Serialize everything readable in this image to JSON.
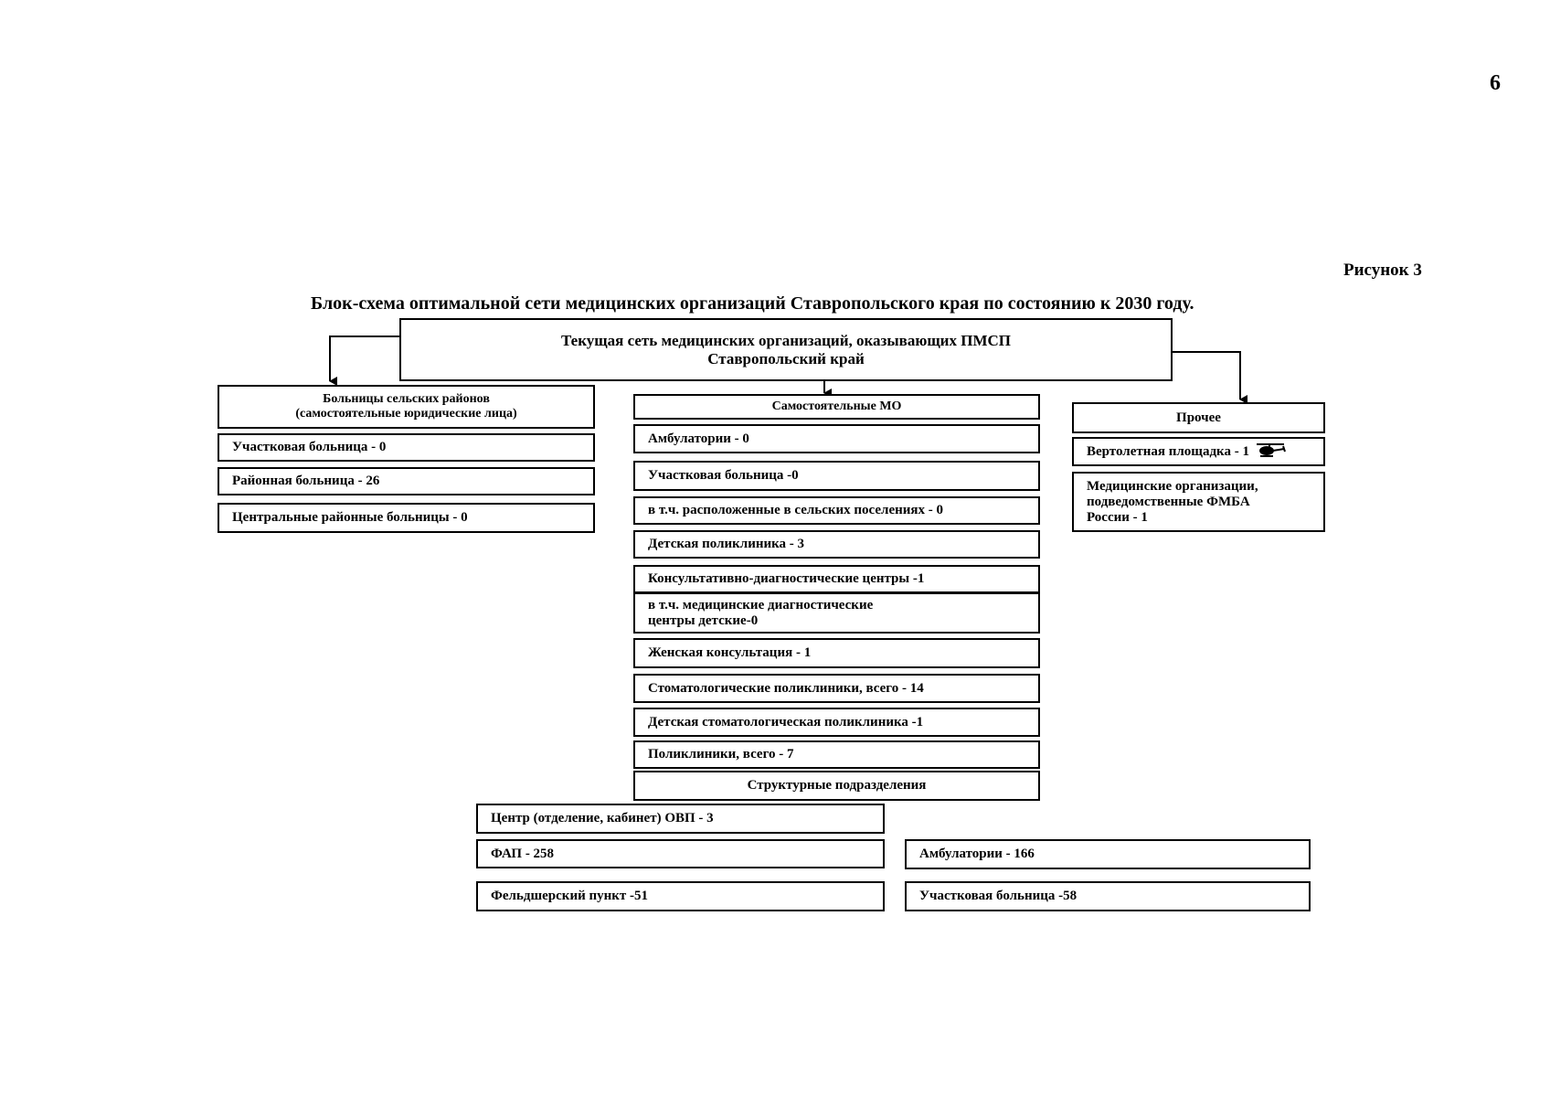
{
  "page": {
    "number": "6",
    "figure_label": "Рисунок 3",
    "title": "Блок-схема оптимальной сети медицинских организаций Ставропольского края по состоянию к 2030 году."
  },
  "root": {
    "line1": "Текущая сеть медицинских организаций, оказывающих ПМСП",
    "line2": "Ставропольский край"
  },
  "left_branch": {
    "header_line1": "Больницы сельских районов",
    "header_line2": "(самостоятельные юридические лица)",
    "items": [
      "Участковая больница - 0",
      "Районная больница - 26",
      "Центральные районные больницы - 0"
    ]
  },
  "middle_branch": {
    "header": "Самостоятельные МО",
    "items": [
      "Амбулатории - 0",
      "Участковая больница -0",
      "в т.ч. расположенные в сельских поселениях - 0",
      "Детская поликлиника - 3",
      "Консультативно-диагностические центры -1",
      "в т.ч. медицинские диагностические",
      "центры детские-0",
      "Женская консультация - 1",
      "Стоматологические поликлиники, всего - 14",
      "Детская стоматологическая поликлиника -1",
      "Поликлиники, всего - 7"
    ],
    "structural_header": "Структурные подразделения"
  },
  "structural_units": {
    "left": [
      "Центр (отделение, кабинет) ОВП - 3",
      "ФАП - 258",
      "Фельдшерский пункт -51"
    ],
    "right": [
      "Амбулатории - 166",
      "Участковая больница -58"
    ]
  },
  "right_branch": {
    "header": "Прочее",
    "items": [
      "Вертолетная площадка - 1",
      "Медицинские организации,",
      "подведомственные ФМБА",
      "России - 1"
    ],
    "heli_icon": "helicopter-icon"
  }
}
